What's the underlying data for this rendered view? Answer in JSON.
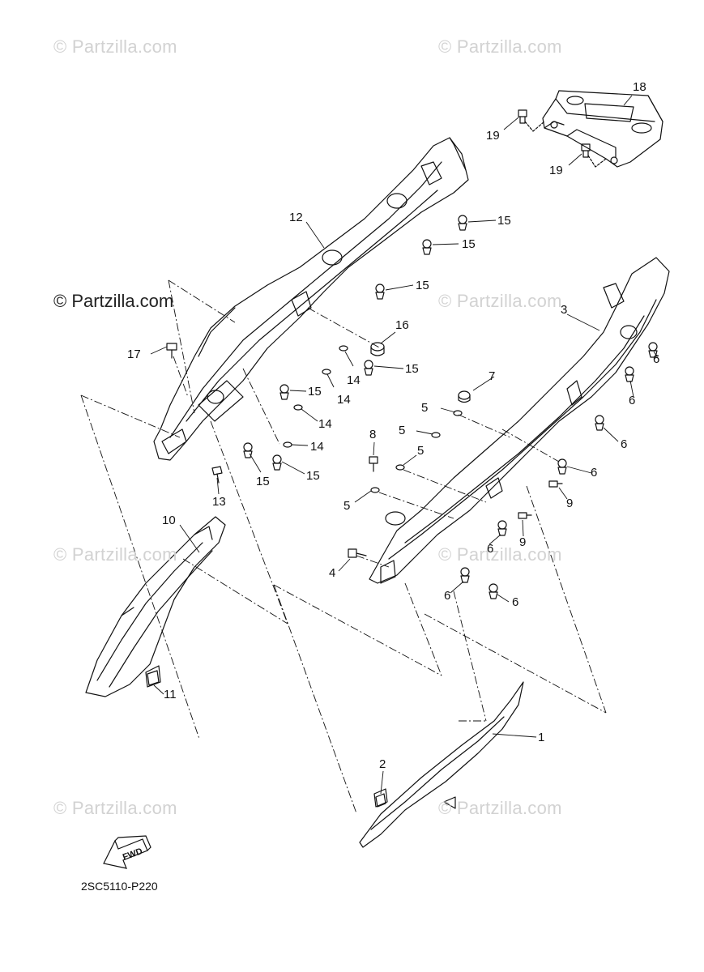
{
  "watermark": {
    "text": "© Partzilla.com",
    "text_bold": "© Partzilla.com"
  },
  "diagram_code": "2SC5110-P220",
  "fwd_label": "FWD",
  "callouts": {
    "c1": "1",
    "c2": "2",
    "c3": "3",
    "c4": "4",
    "c5": "5",
    "c6": "6",
    "c7": "7",
    "c8": "8",
    "c9": "9",
    "c10": "10",
    "c11": "11",
    "c12": "12",
    "c13": "13",
    "c14": "14",
    "c15": "15",
    "c16": "16",
    "c17": "17",
    "c18": "18",
    "c19": "19"
  }
}
